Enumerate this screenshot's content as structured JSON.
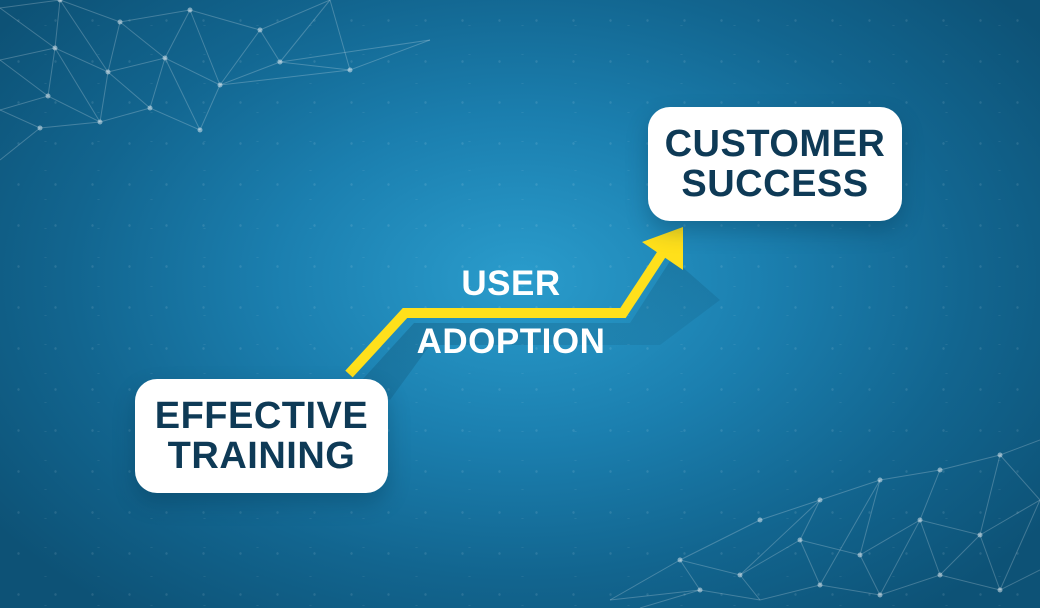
{
  "diagram": {
    "start_box": {
      "line1": "EFFECTIVE",
      "line2": "TRAINING"
    },
    "path_label": {
      "line1": "USER",
      "line2": "ADOPTION"
    },
    "end_box": {
      "line1": "CUSTOMER",
      "line2": "SUCCESS"
    }
  },
  "colors": {
    "background_center": "#2a9ccc",
    "background_edge": "#0d5276",
    "arrow": "#ffe01b",
    "box_fill": "#ffffff",
    "box_text": "#0e3a56",
    "label_text": "#ffffff"
  }
}
